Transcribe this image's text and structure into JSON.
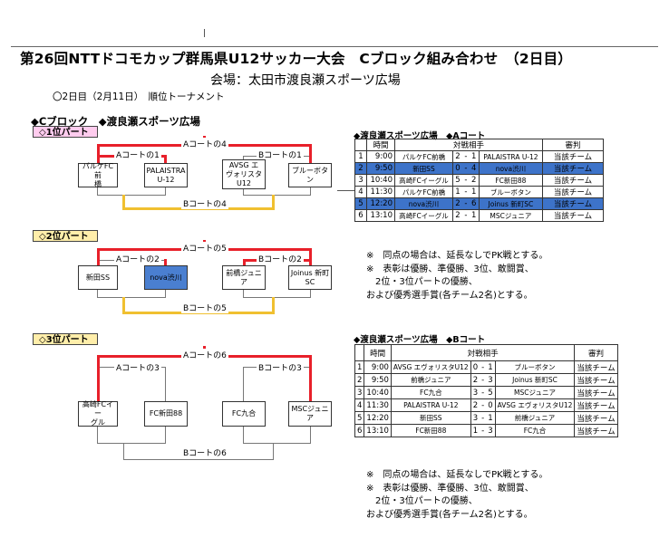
{
  "title": "第26回NTTドコモカップ群馬県U12サッカー大会　Cブロック組み合わせ　（2日目）",
  "venue": "会場：太田市渡良瀬スポーツ広場",
  "subtitle": "〇2日目（2月11日）　順位トーナメント",
  "block_header": "◆Cブロック　◆渡良瀬スポーツ広場",
  "parts": [
    {
      "name": "◇1位パート",
      "top_label": "Aコートの4",
      "left_label": "Aコートの1",
      "right_label": "Bコートの1",
      "bottom_label": "Bコートの4",
      "teams": [
        "パルケFC前\n橋",
        "PALAISTRA\nU-12",
        "AVSG エ\nヴォリスタ\nU12",
        "ブルーボタ\nン"
      ]
    },
    {
      "name": "◇2位パート",
      "top_label": "Aコートの5",
      "left_label": "Aコートの2",
      "right_label": "Bコートの2",
      "bottom_label": "Bコートの5",
      "teams": [
        "新田SS",
        "nova渋川",
        "前橋ジュニ\nア",
        "Joinus 新町\nSC"
      ]
    },
    {
      "name": "◇3位パート",
      "top_label": "Aコートの6",
      "left_label": "Aコートの3",
      "right_label": "Bコートの3",
      "bottom_label": "Bコートの6",
      "teams": [
        "高崎FCイー\nグル",
        "FC新田88",
        "FC九合",
        "MSCジュニ\nア"
      ]
    }
  ],
  "schedules": [
    {
      "header": "◆渡良瀬スポーツ広場　◆Aコート",
      "cols": [
        "時間",
        "対戦相手",
        "審判"
      ],
      "rows": [
        {
          "n": "1",
          "time": "9:00",
          "home": "パルケFC前橋",
          "hs": "2",
          "dash": "-",
          "as": "1",
          "away": "PALAISTRA U-12",
          "ref": "当該チーム",
          "hl": false
        },
        {
          "n": "2",
          "time": "9:50",
          "home": "新田SS",
          "hs": "0",
          "dash": "-",
          "as": "4",
          "away": "nova渋川",
          "ref": "当該チーム",
          "hl": true
        },
        {
          "n": "3",
          "time": "10:40",
          "home": "高崎FCイーグル",
          "hs": "5",
          "dash": "-",
          "as": "2",
          "away": "FC新田88",
          "ref": "当該チーム",
          "hl": false
        },
        {
          "n": "4",
          "time": "11:30",
          "home": "パルケFC前橋",
          "hs": "1",
          "dash": "-",
          "as": "1",
          "away": "ブルーボタン",
          "ref": "当該チーム",
          "hl": false
        },
        {
          "n": "5",
          "time": "12:20",
          "home": "nova渋川",
          "hs": "2",
          "dash": "-",
          "as": "6",
          "away": "Joinus 新町SC",
          "ref": "当該チーム",
          "hl": true
        },
        {
          "n": "6",
          "time": "13:10",
          "home": "高崎FCイーグル",
          "hs": "2",
          "dash": "-",
          "as": "1",
          "away": "MSCジュニア",
          "ref": "当該チーム",
          "hl": false
        }
      ]
    },
    {
      "header": "◆渡良瀬スポーツ広場　◆Bコート",
      "cols": [
        "時間",
        "対戦相手",
        "審判"
      ],
      "rows": [
        {
          "n": "1",
          "time": "9:00",
          "home": "AVSG エヴォリスタU12",
          "hs": "0",
          "dash": "-",
          "as": "1",
          "away": "ブルーボタン",
          "ref": "当該チーム",
          "hl": false
        },
        {
          "n": "2",
          "time": "9:50",
          "home": "前橋ジュニア",
          "hs": "2",
          "dash": "-",
          "as": "3",
          "away": "Joinus 新町SC",
          "ref": "当該チーム",
          "hl": false
        },
        {
          "n": "3",
          "time": "10:40",
          "home": "FC九合",
          "hs": "3",
          "dash": "-",
          "as": "5",
          "away": "MSCジュニア",
          "ref": "当該チーム",
          "hl": false
        },
        {
          "n": "4",
          "time": "11:30",
          "home": "PALAISTRA U-12",
          "hs": "2",
          "dash": "-",
          "as": "0",
          "away": "AVSG エヴォリスタU12",
          "ref": "当該チーム",
          "hl": false
        },
        {
          "n": "5",
          "time": "12:20",
          "home": "新田SS",
          "hs": "3",
          "dash": "-",
          "as": "1",
          "away": "前橋ジュニア",
          "ref": "当該チーム",
          "hl": false
        },
        {
          "n": "6",
          "time": "13:10",
          "home": "FC新田88",
          "hs": "1",
          "dash": "-",
          "as": "3",
          "away": "FC九合",
          "ref": "当該チーム",
          "hl": false
        }
      ]
    }
  ],
  "notes": [
    [
      "※　同点の場合は、延長なしでPK戦とする。",
      "※　表彰は優勝、準優勝、3位、敢闘賞、",
      "　2位・3位パートの優勝、",
      "および優秀選手賞(各チーム2名)とする。"
    ],
    [
      "※　同点の場合は、延長なしでPK戦とする。",
      "※　表彰は優勝、準優勝、3位、敢闘賞、",
      "　2位・3位パートの優勝、",
      "および優秀選手賞(各チーム2名)とする。"
    ]
  ]
}
